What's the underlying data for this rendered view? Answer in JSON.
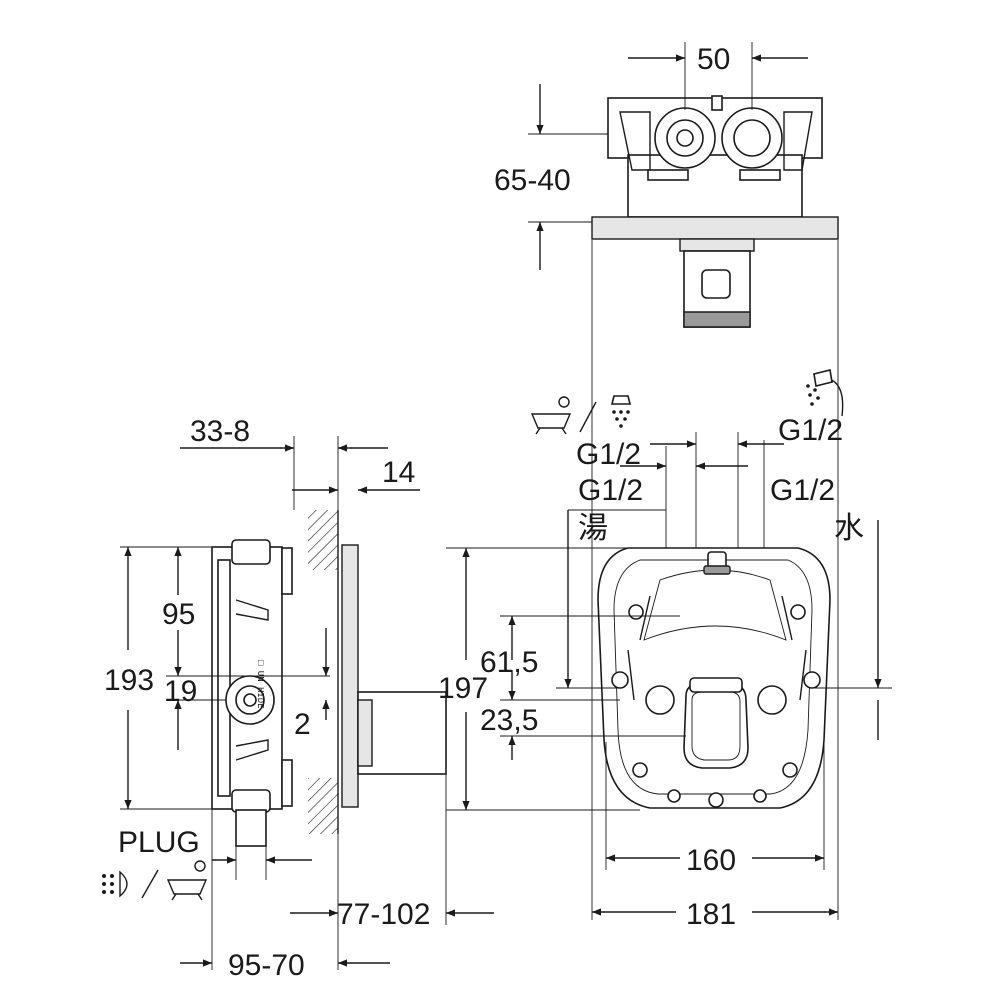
{
  "labels": {
    "top_width": "50",
    "top_depth": "65-40",
    "side_offset": "33-8",
    "side_plate": "14",
    "side_upper": "95",
    "side_total": "193",
    "side_lower": "19",
    "side_small": "2",
    "plug": "PLUG",
    "side_bottom_depth": "77-102",
    "side_bottom_range": "95-70",
    "front_g_outlet_right": "G1/2",
    "front_g_outlet_left": "G1/2",
    "front_g_hot": "G1/2",
    "front_g_cold": "G1/2",
    "front_hot_cn": "湯",
    "front_cold_cn": "水",
    "front_height": "197",
    "front_v1": "61,5",
    "front_v2": "23,5",
    "front_w1": "160",
    "front_w2": "181"
  },
  "colors": {
    "line": "#1a1a1a",
    "fill_light": "#e6e6e6",
    "fill_dark": "#9a9a9a"
  },
  "icons": [
    "bath-tub-icon",
    "shower-head-icon",
    "hand-shower-icon",
    "wall-shower-icon"
  ]
}
